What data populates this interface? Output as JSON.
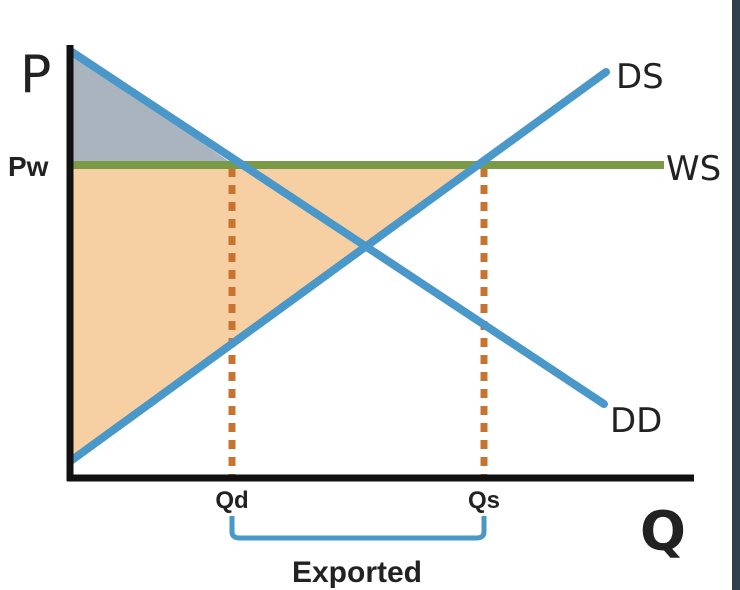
{
  "diagram": {
    "axis_labels": {
      "price": "P",
      "quantity": "Q"
    },
    "world_price_label": "Pw",
    "curves": {
      "domestic_supply": "DS",
      "domestic_demand": "DD",
      "world_supply": "WS"
    },
    "quantity_markers": {
      "quantity_demanded": "Qd",
      "quantity_supplied": "Qs"
    },
    "bracket_label": "Exported"
  },
  "colors": {
    "curve_blue": "#4a97c9",
    "world_line_green": "#7a9a48",
    "consumer_surplus": "#a9b4be",
    "producer_surplus": "#f6cfa3",
    "dotted_orange": "#c87430",
    "axis": "#111111"
  }
}
